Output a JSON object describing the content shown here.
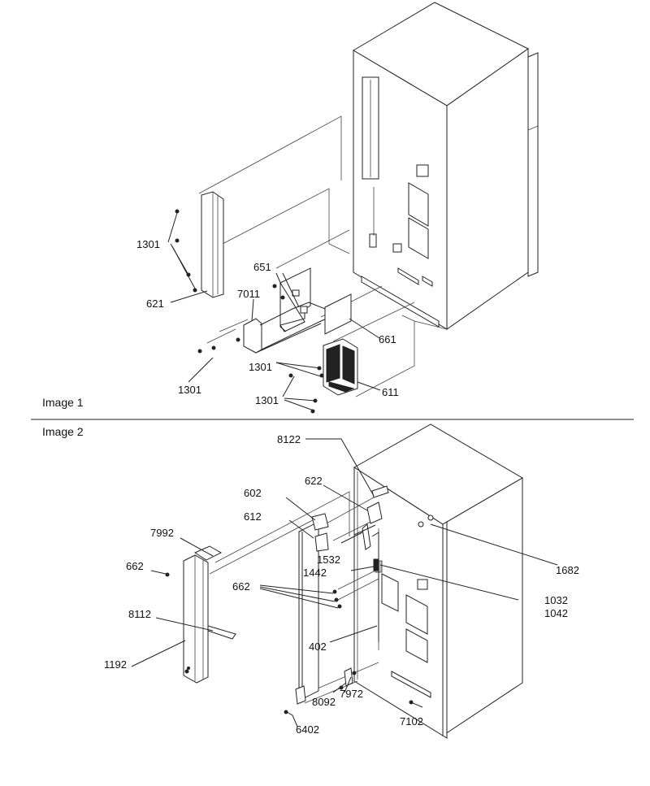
{
  "sections": [
    {
      "caption": "Image 1"
    },
    {
      "caption": "Image 2"
    }
  ],
  "image1_labels": {
    "l1301a": "1301",
    "l621": "621",
    "l651": "651",
    "l7011": "7011",
    "l661": "661",
    "l1301b": "1301",
    "l1301c": "1301",
    "l1301d": "1301",
    "l611": "611"
  },
  "image2_labels": {
    "l8122": "8122",
    "l622": "622",
    "l602": "602",
    "l612": "612",
    "l7992": "7992",
    "l662a": "662",
    "l1532": "1532",
    "l1442": "1442",
    "l1682": "1682",
    "l662b": "662",
    "l1032": "1032",
    "l1042": "1042",
    "l8112": "8112",
    "l402": "402",
    "l1192": "1192",
    "l8092": "8092",
    "l7972": "7972",
    "l7102": "7102",
    "l6402": "6402"
  }
}
